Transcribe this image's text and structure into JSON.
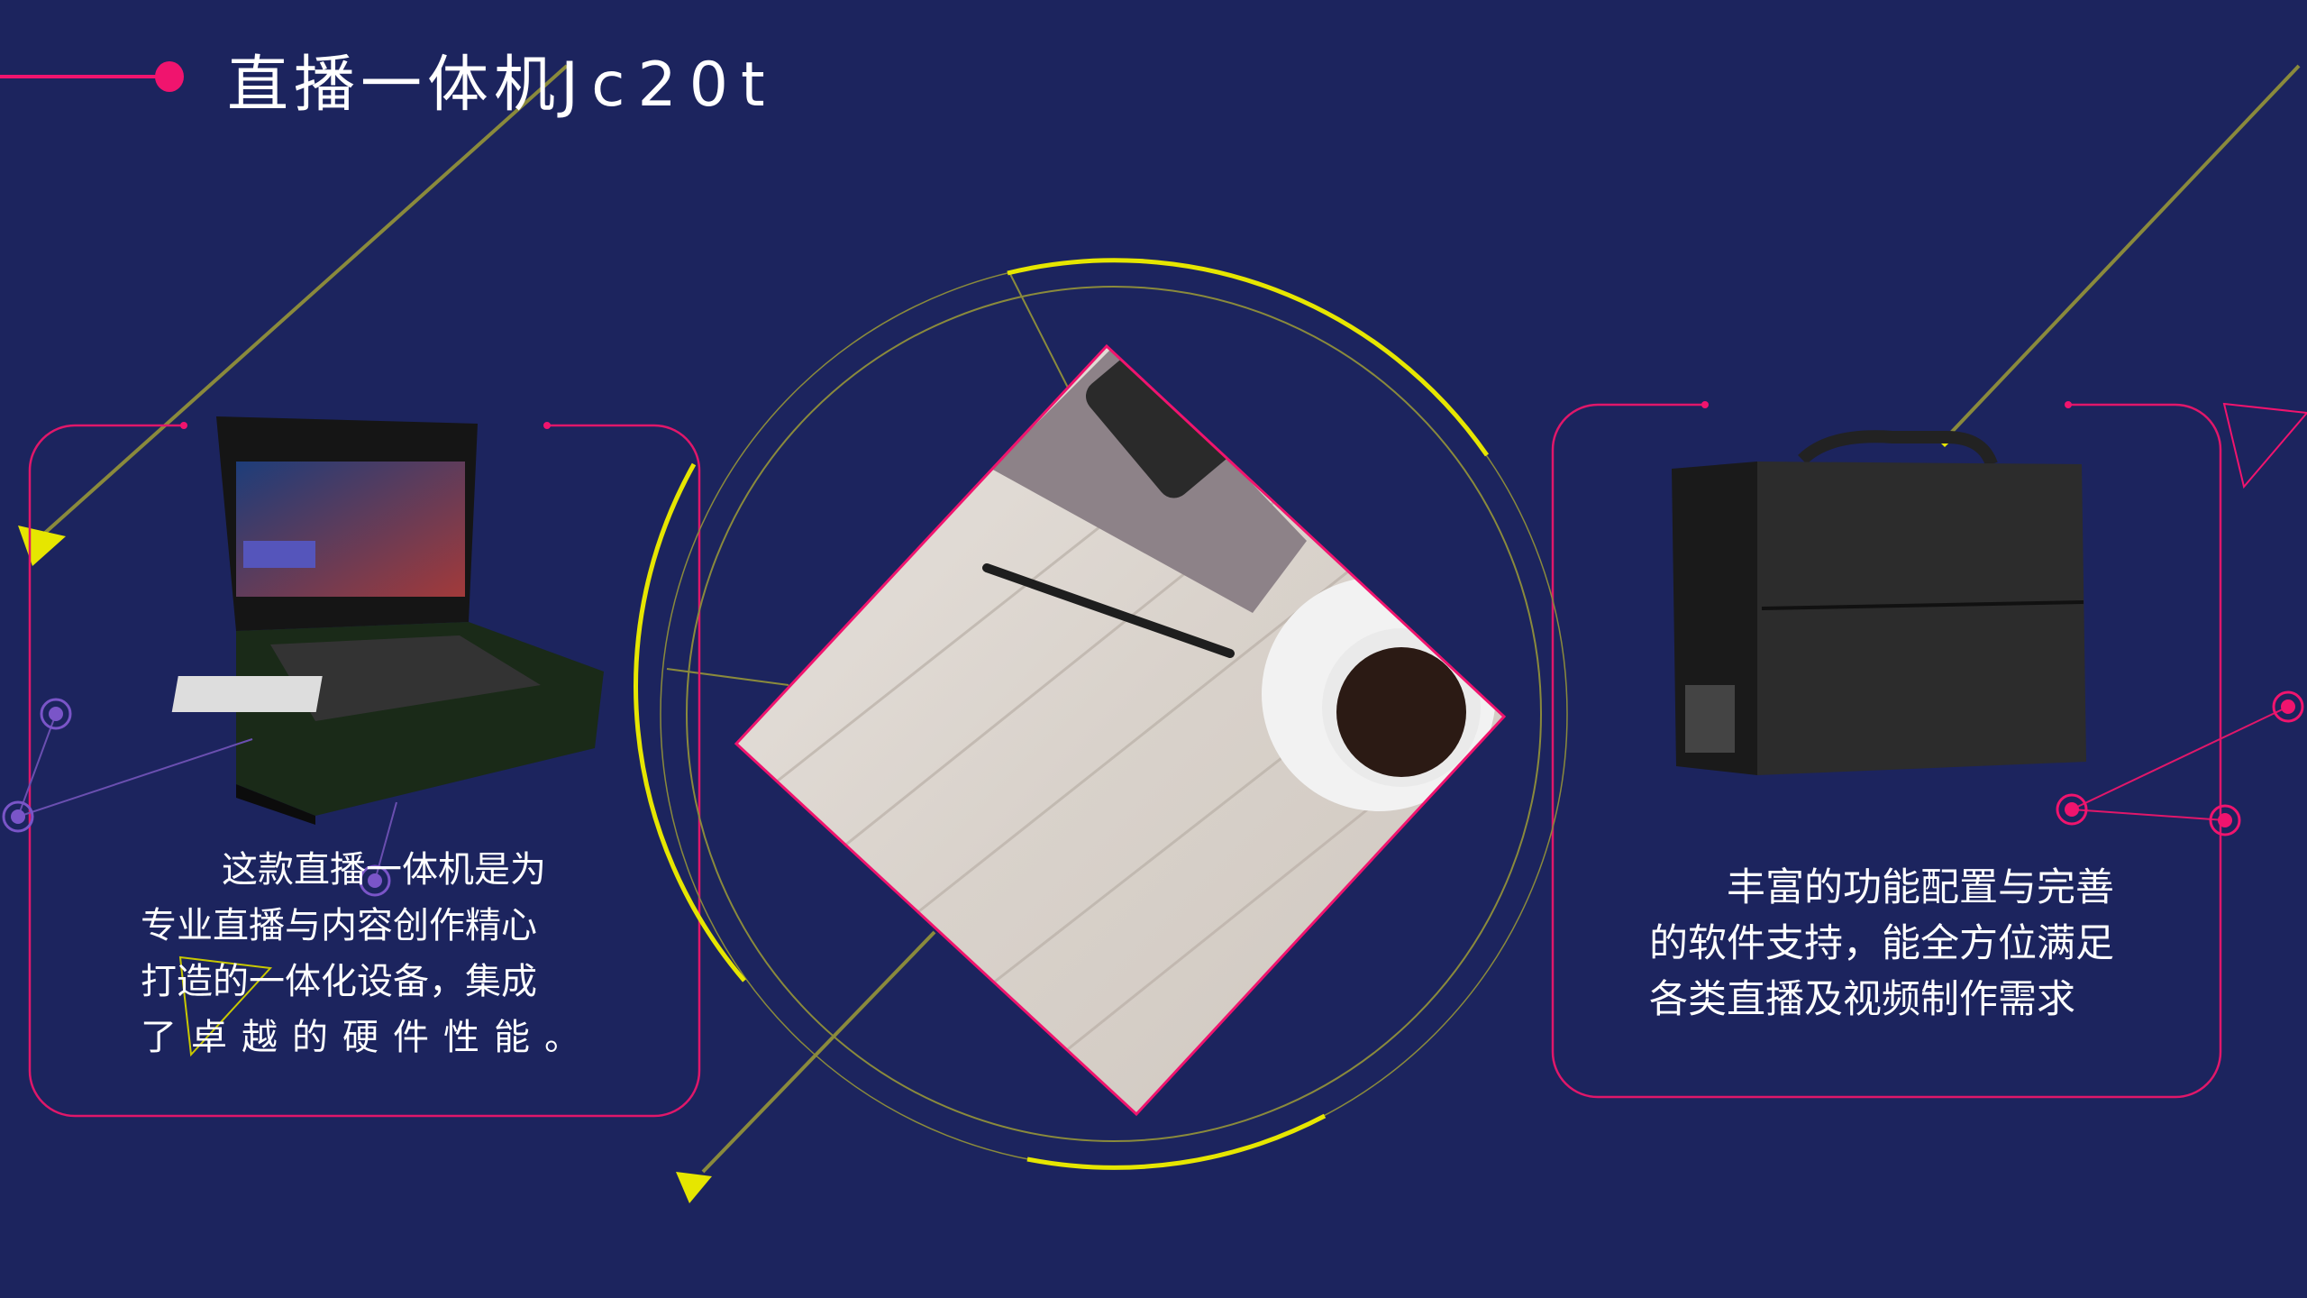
{
  "slide": {
    "title_cn": "直播一体机",
    "title_latin": "Jc20t",
    "left_card": {
      "lines": [
        "这款直播一体机是为",
        "专业直播与内容创作精心",
        "打造的一体化设备，集成",
        "了卓越的硬件性能。"
      ],
      "image": "portable-broadcast-laptop"
    },
    "center": {
      "image": "desk-with-coffee-pen-phone"
    },
    "right_card": {
      "lines": [
        "丰富的功能配置与完善",
        "的软件支持，能全方位满足",
        "各类直播及视频制作需求"
      ],
      "image": "portable-case-device"
    }
  },
  "colors": {
    "background": "#1c245e",
    "accent_pink": "#f0146e",
    "accent_yellow": "#e6e600",
    "accent_purple": "#7a55c8"
  }
}
